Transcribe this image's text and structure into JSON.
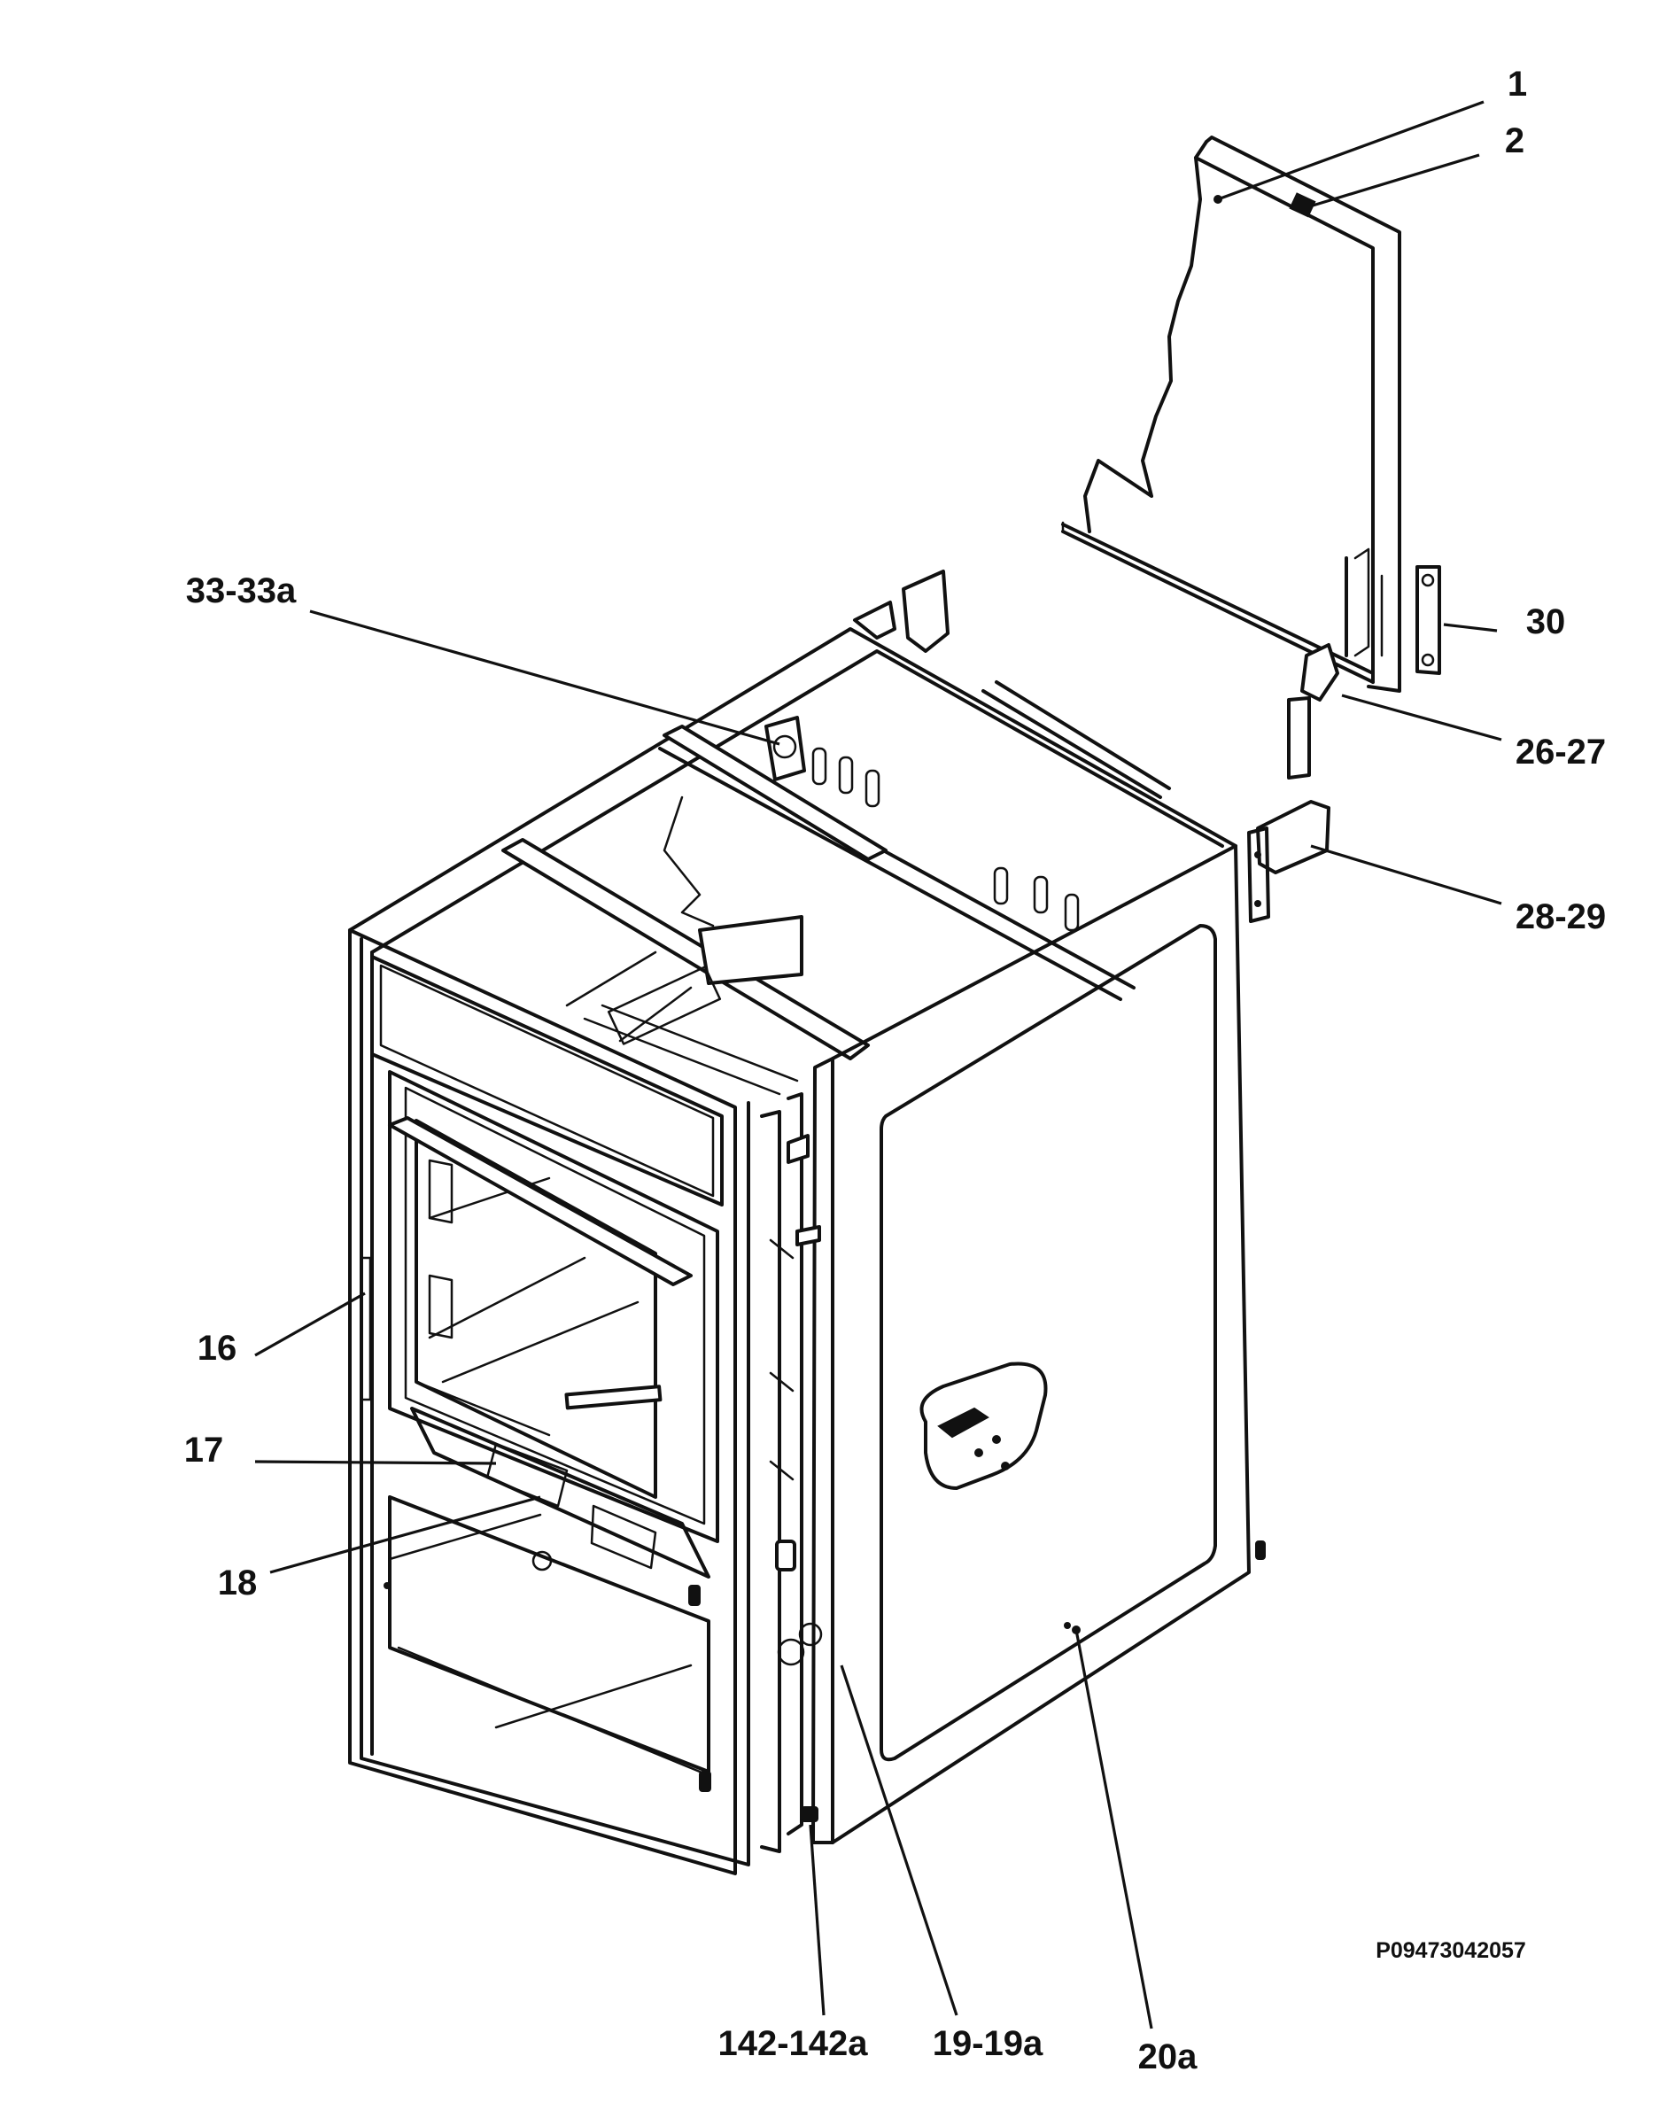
{
  "callouts": [
    {
      "id": "c1",
      "label": "1"
    },
    {
      "id": "c2",
      "label": "2"
    },
    {
      "id": "c30",
      "label": "30"
    },
    {
      "id": "c26",
      "label": "26-27"
    },
    {
      "id": "c28",
      "label": "28-29"
    },
    {
      "id": "c33",
      "label": "33-33a"
    },
    {
      "id": "c16",
      "label": "16"
    },
    {
      "id": "c17",
      "label": "17"
    },
    {
      "id": "c18",
      "label": "18"
    },
    {
      "id": "c142",
      "label": "142-142a"
    },
    {
      "id": "c19",
      "label": "19-19a"
    },
    {
      "id": "c20",
      "label": "20a"
    }
  ],
  "drawing_code": "P09473042057"
}
